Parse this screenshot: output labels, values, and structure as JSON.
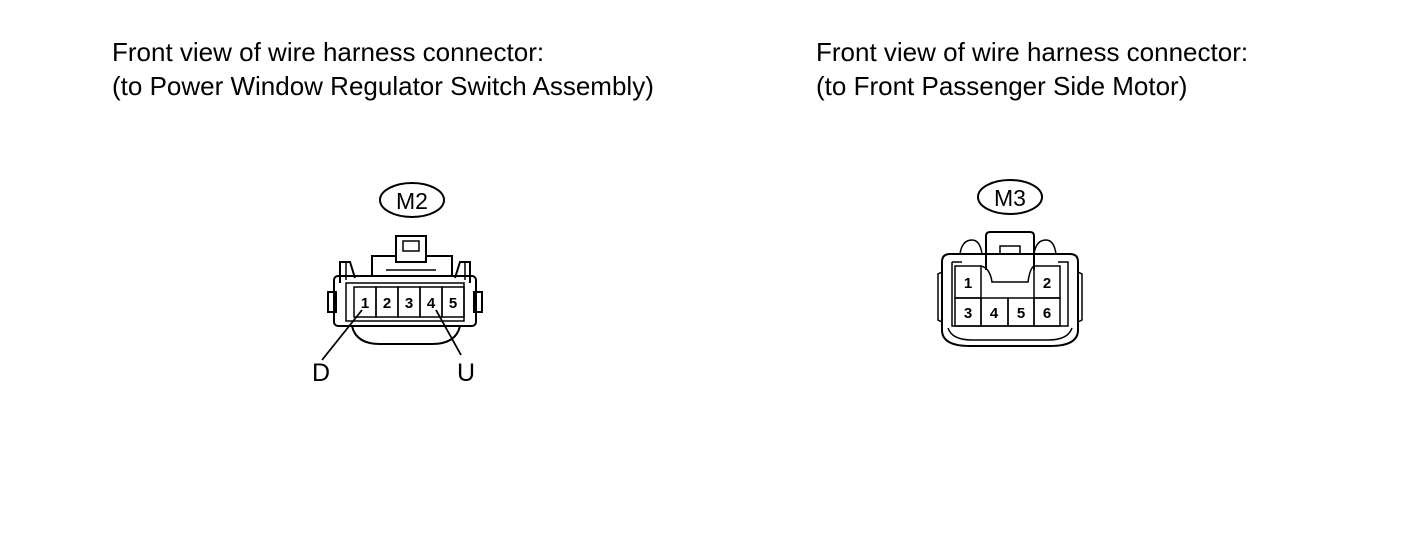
{
  "left": {
    "title_line1": "Front view of wire harness connector:",
    "title_line2": "(to Power Window Regulator Switch Assembly)",
    "connector_id": "M2",
    "pins": [
      "1",
      "2",
      "3",
      "4",
      "5"
    ],
    "leads": {
      "left": "D",
      "right": "U"
    }
  },
  "right": {
    "title_line1": "Front view of wire harness connector:",
    "title_line2": "(to Front Passenger Side Motor)",
    "connector_id": "M3",
    "pins": [
      "1",
      "2",
      "3",
      "4",
      "5",
      "6"
    ]
  }
}
